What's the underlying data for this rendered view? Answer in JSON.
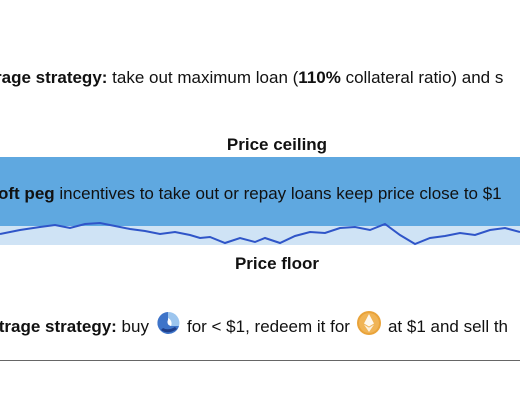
{
  "top_strategy": {
    "label": "rage strategy:",
    "text_a": " take out maximum loan (",
    "ratio": "110%",
    "text_b": " collateral ratio) and s"
  },
  "ceiling_label": "Price ceiling",
  "soft_peg": {
    "label": "oft peg",
    "text": " incentives to take out or repay loans keep price close to $1"
  },
  "floor_label": "Price floor",
  "bottom_strategy": {
    "label": "itrage strategy:",
    "text_a": " buy",
    "text_b": "for < $1, redeem it for",
    "text_c": "at $1 and sell th"
  },
  "icons": {
    "token_icon": "stablecoin-token-icon",
    "eth_icon": "ethereum-icon"
  },
  "colors": {
    "band": "#5fa8e0",
    "band_lower": "#cfe3f5",
    "price_line": "#2f55c8",
    "eth_coin": "#e9a33a"
  }
}
